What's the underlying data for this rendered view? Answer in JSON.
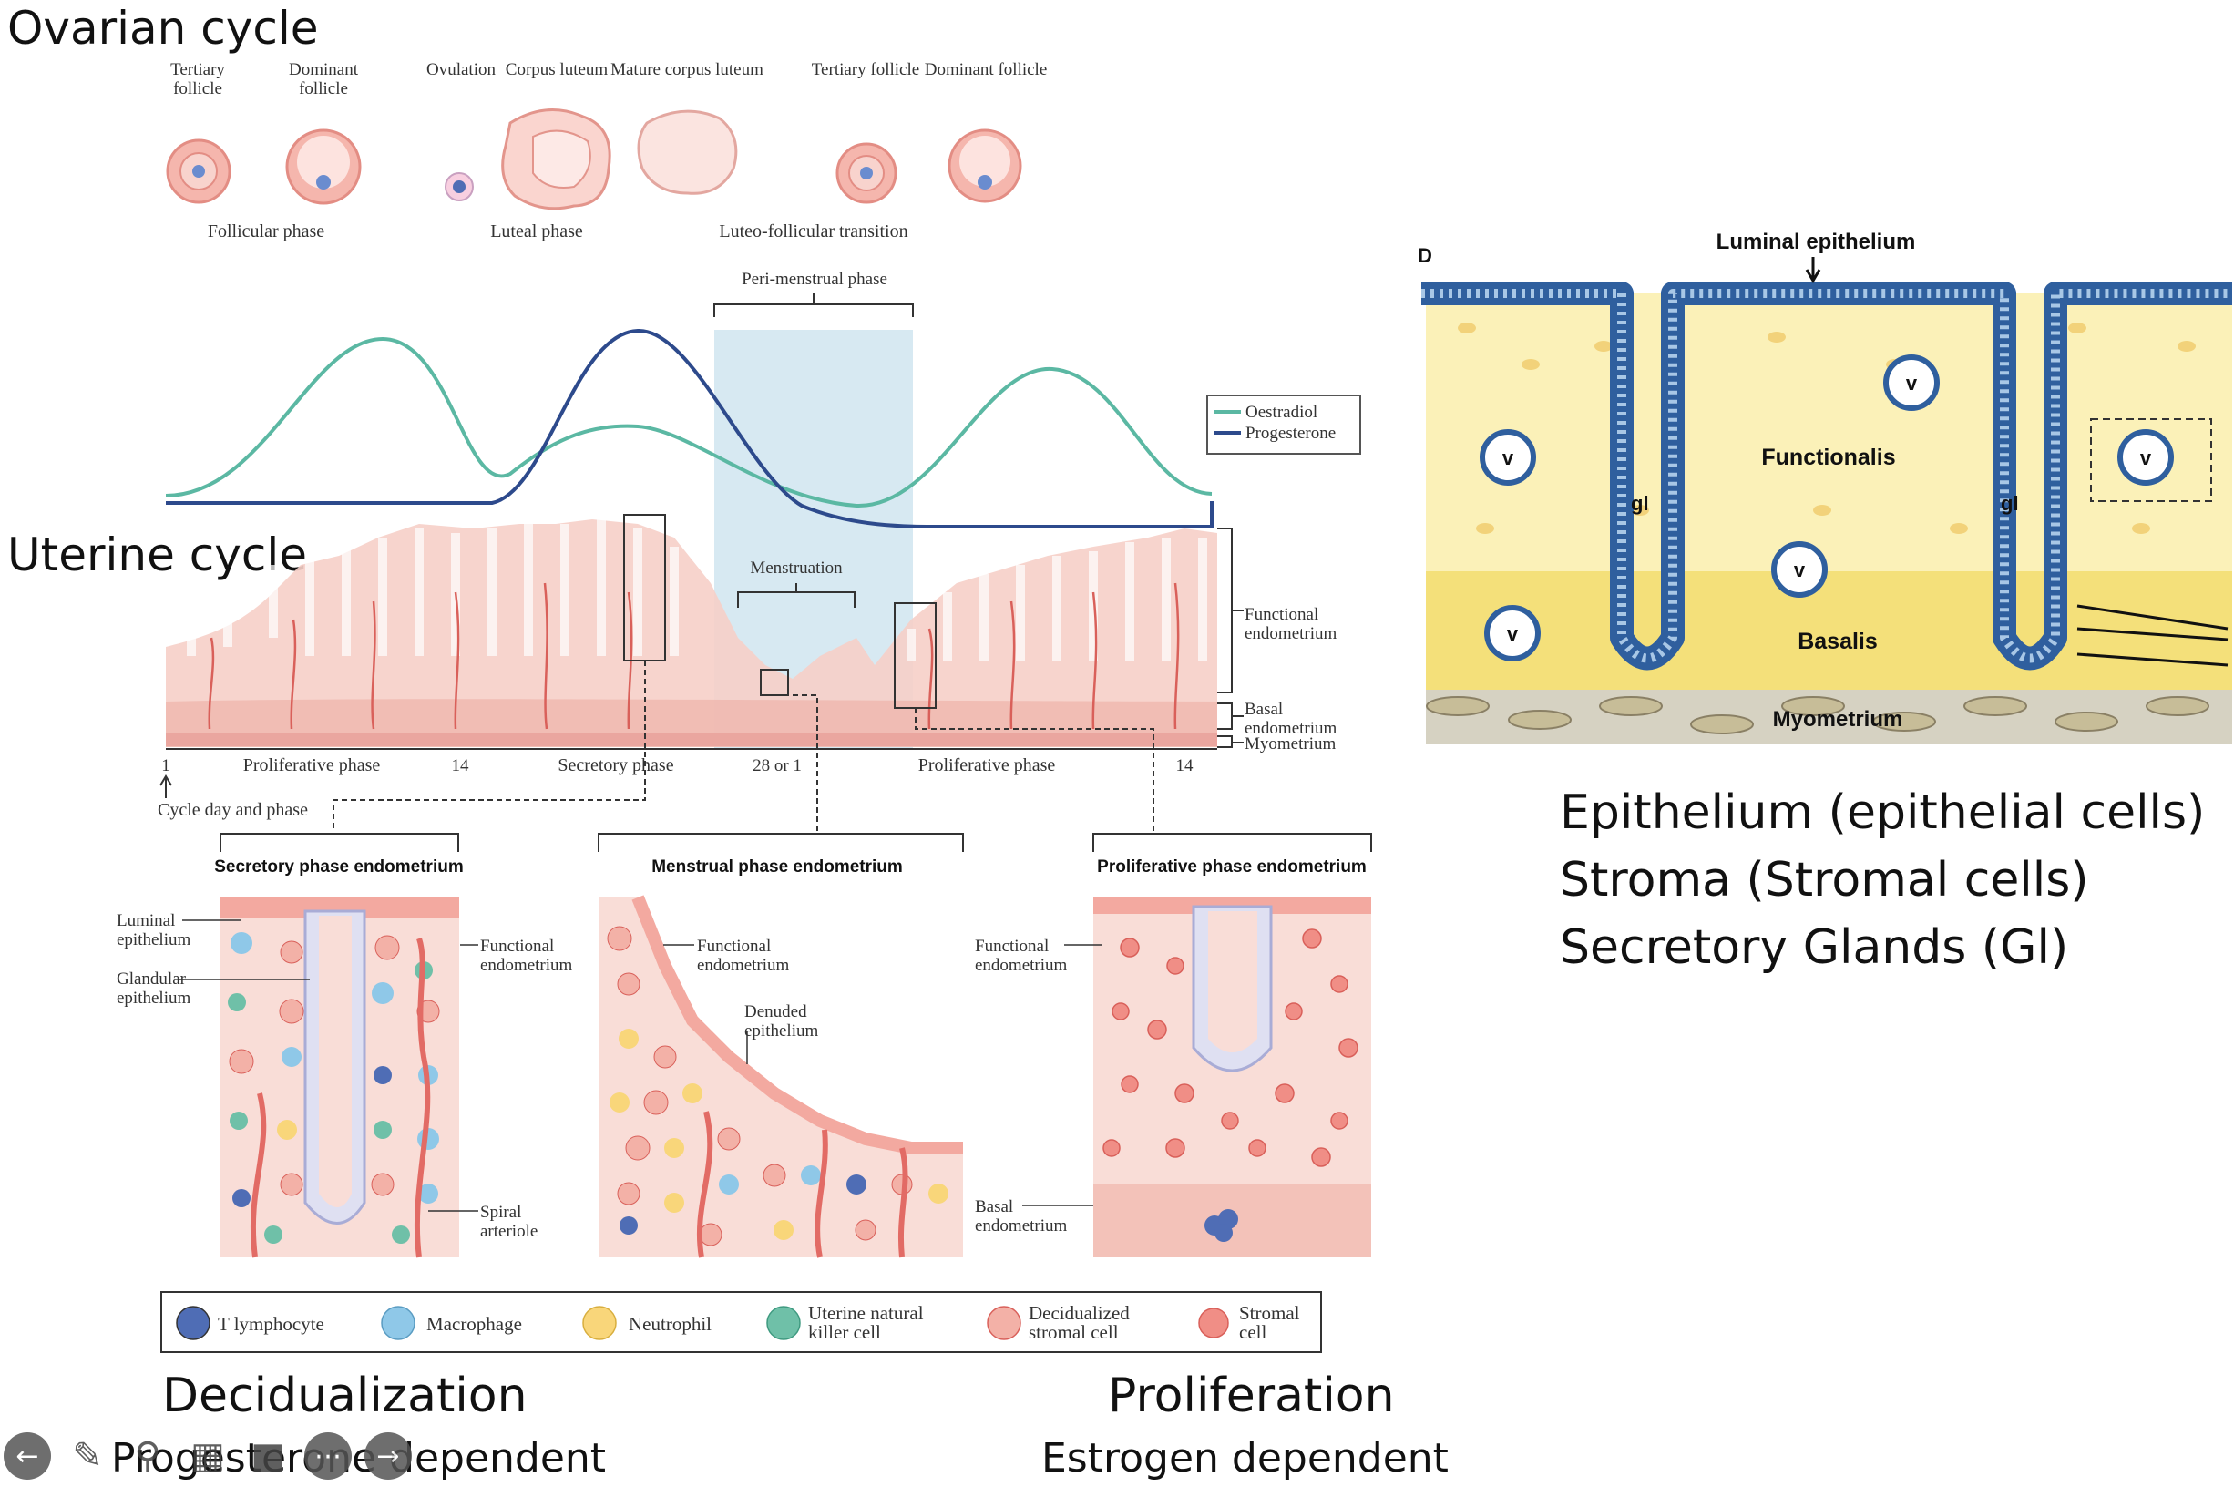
{
  "headings": {
    "ovarian_cycle": "Ovarian cycle",
    "uterine_cycle": "Uterine cycle",
    "decidualization": "Decidualization",
    "progesterone_dependent": "Progesterone dependent",
    "proliferation": "Proliferation",
    "estrogen_dependent": "Estrogen dependent"
  },
  "ovary": {
    "stages": [
      "Tertiary follicle",
      "Dominant follicle",
      "Ovulation",
      "Corpus luteum",
      "Mature corpus luteum",
      "Tertiary follicle",
      "Dominant follicle"
    ],
    "phases": [
      "Follicular phase",
      "Luteal phase",
      "Luteo-follicular transition"
    ]
  },
  "hormones": {
    "peri_menstrual": "Peri-menstrual phase",
    "legend": [
      {
        "name": "Oestradiol",
        "color": "#5bb8a3"
      },
      {
        "name": "Progesterone",
        "color": "#2d4a8c"
      }
    ]
  },
  "uterus": {
    "menstruation": "Menstruation",
    "layers": [
      "Functional endometrium",
      "Basal endometrium",
      "Myometrium"
    ],
    "axis": {
      "ticks": [
        "1",
        "14",
        "28 or 1",
        "14"
      ],
      "phases": [
        "Proliferative phase",
        "Secretory phase",
        "Proliferative phase"
      ],
      "label": "Cycle day and phase"
    }
  },
  "panels": {
    "secretory": {
      "title": "Secretory phase endometrium",
      "labels": [
        "Luminal epithelium",
        "Glandular epithelium",
        "Functional endometrium",
        "Spiral arteriole"
      ]
    },
    "menstrual": {
      "title": "Menstrual phase endometrium",
      "labels": [
        "Functional endometrium",
        "Denuded epithelium"
      ]
    },
    "proliferative": {
      "title": "Proliferative phase endometrium",
      "labels": [
        "Functional endometrium",
        "Basal endometrium"
      ]
    }
  },
  "cell_legend": [
    "T lymphocyte",
    "Macrophage",
    "Neutrophil",
    "Uterine natural killer cell",
    "Decidualized stromal cell",
    "Stromal cell"
  ],
  "right_diagram": {
    "panel_letter": "D",
    "luminal": "Luminal epithelium",
    "functionalis": "Functionalis",
    "basalis": "Basalis",
    "myometrium": "Myometrium",
    "gland_label": "gl",
    "vessel_label": "v"
  },
  "right_text": [
    "Epithelium (epithelial cells)",
    "Stroma (Stromal cells)",
    "Secretory Glands (Gl)"
  ],
  "colors": {
    "oestradiol": "#5bb8a3",
    "progesterone": "#2d4a8c",
    "tissue": "#f6cfc8",
    "shade": "#cde3ef",
    "functionalis": "#fbf1b8",
    "basalis": "#f4e07a",
    "epithelium": "#2f5f9e"
  }
}
